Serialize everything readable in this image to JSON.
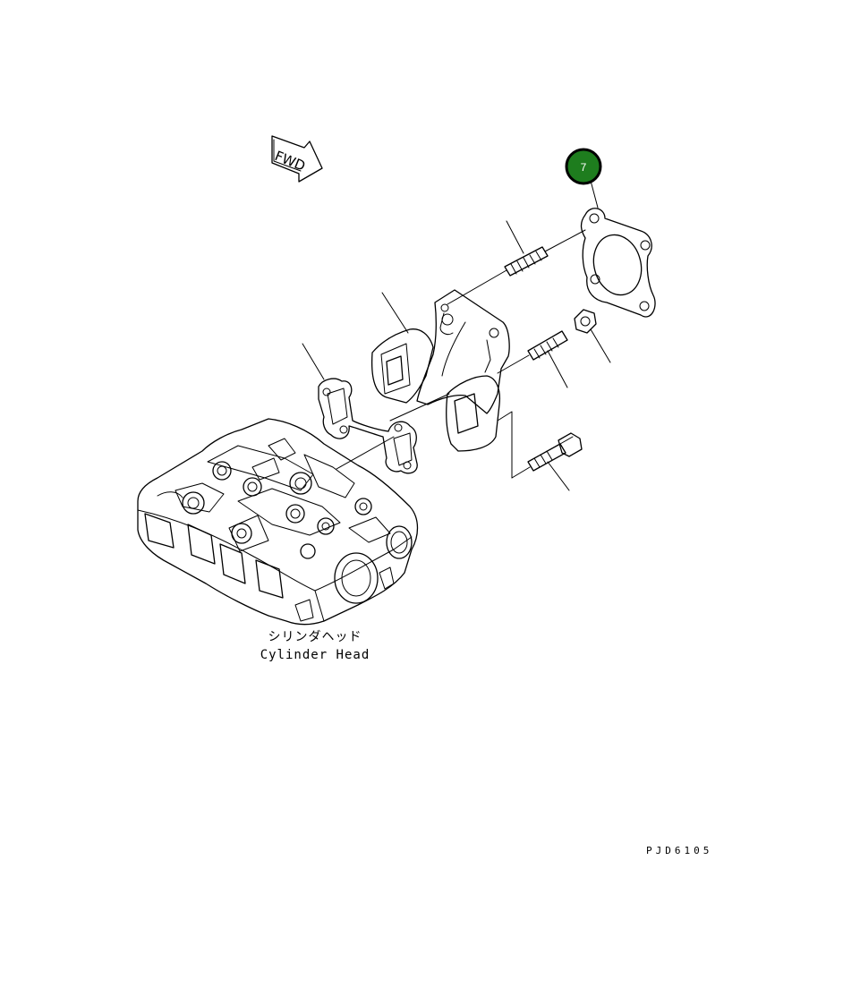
{
  "direction_marker": {
    "text": "FWD"
  },
  "callout": {
    "number": "7",
    "fill": "#1e7d1e",
    "stroke": "#000000"
  },
  "cylinder_head": {
    "label_ja": "シリンダヘッド",
    "label_en": "Cylinder Head"
  },
  "drawing_code": "PJD6105"
}
